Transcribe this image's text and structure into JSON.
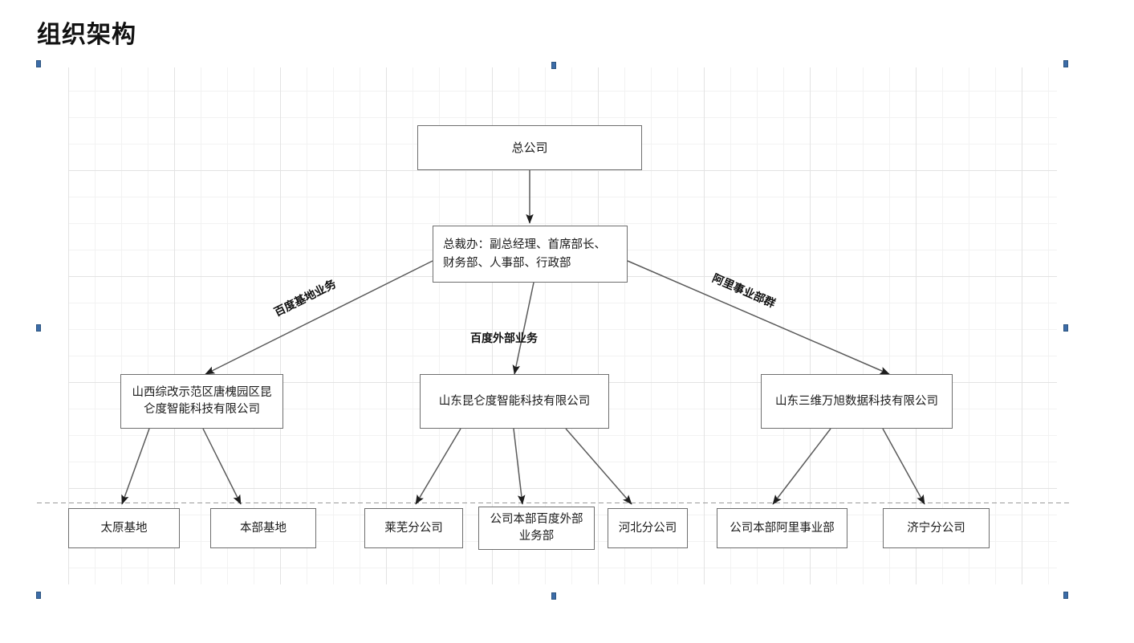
{
  "page": {
    "title": "组织架构",
    "canvas": {
      "grid_visible": true,
      "guide_line_visible": true
    }
  },
  "colors": {
    "node_border": "#6e6e6e",
    "node_fill": "#ffffff",
    "edge_stroke": "#5a5a5a",
    "grid_major": "#e3e3e3",
    "grid_minor": "#f2f2f2",
    "handle": "#3c6ca8",
    "text": "#1a1a1a",
    "title": "#111111"
  },
  "chart_data": {
    "type": "diagram",
    "title": "组织架构",
    "nodes": [
      {
        "id": "n1",
        "label": "总公司",
        "level": 1
      },
      {
        "id": "n2",
        "label": "总裁办：副总经理、首席部长、财务部、人事部、行政部",
        "level": 2
      },
      {
        "id": "n3",
        "label": "山西综改示范区唐槐园区昆仑度智能科技有限公司",
        "level": 3
      },
      {
        "id": "n4",
        "label": "山东昆仑度智能科技有限公司",
        "level": 3
      },
      {
        "id": "n5",
        "label": "山东三维万旭数据科技有限公司",
        "level": 3
      },
      {
        "id": "n6",
        "label": "太原基地",
        "level": 4
      },
      {
        "id": "n7",
        "label": "本部基地",
        "level": 4
      },
      {
        "id": "n8",
        "label": "莱芜分公司",
        "level": 4
      },
      {
        "id": "n9",
        "label": "公司本部百度外部业务部",
        "level": 4
      },
      {
        "id": "n10",
        "label": "河北分公司",
        "level": 4
      },
      {
        "id": "n11",
        "label": "公司本部阿里事业部",
        "level": 4
      },
      {
        "id": "n12",
        "label": "济宁分公司",
        "level": 4
      }
    ],
    "edges": [
      {
        "from": "n1",
        "to": "n2",
        "label": ""
      },
      {
        "from": "n2",
        "to": "n3",
        "label": "百度基地业务"
      },
      {
        "from": "n2",
        "to": "n4",
        "label": "百度外部业务"
      },
      {
        "from": "n2",
        "to": "n5",
        "label": "阿里事业部群"
      },
      {
        "from": "n3",
        "to": "n6",
        "label": ""
      },
      {
        "from": "n3",
        "to": "n7",
        "label": ""
      },
      {
        "from": "n4",
        "to": "n8",
        "label": ""
      },
      {
        "from": "n4",
        "to": "n9",
        "label": ""
      },
      {
        "from": "n4",
        "to": "n10",
        "label": ""
      },
      {
        "from": "n5",
        "to": "n11",
        "label": ""
      },
      {
        "from": "n5",
        "to": "n12",
        "label": ""
      }
    ]
  },
  "nodes": {
    "n1": {
      "label": "总公司"
    },
    "n2": {
      "line1": "总裁办：副总经理、首席部长、",
      "line2": "财务部、人事部、行政部"
    },
    "n3": {
      "line1": "山西综改示范区唐槐园区昆",
      "line2": "仑度智能科技有限公司"
    },
    "n4": {
      "label": "山东昆仑度智能科技有限公司"
    },
    "n5": {
      "label": "山东三维万旭数据科技有限公司"
    },
    "n6": {
      "label": "太原基地"
    },
    "n7": {
      "label": "本部基地"
    },
    "n8": {
      "label": "莱芜分公司"
    },
    "n9": {
      "line1": "公司本部百度外部",
      "line2": "业务部"
    },
    "n10": {
      "label": "河北分公司"
    },
    "n11": {
      "label": "公司本部阿里事业部"
    },
    "n12": {
      "label": "济宁分公司"
    }
  },
  "edge_labels": {
    "baidu_base": "百度基地业务",
    "baidu_external": "百度外部业务",
    "alibaba_group": "阿里事业部群"
  }
}
